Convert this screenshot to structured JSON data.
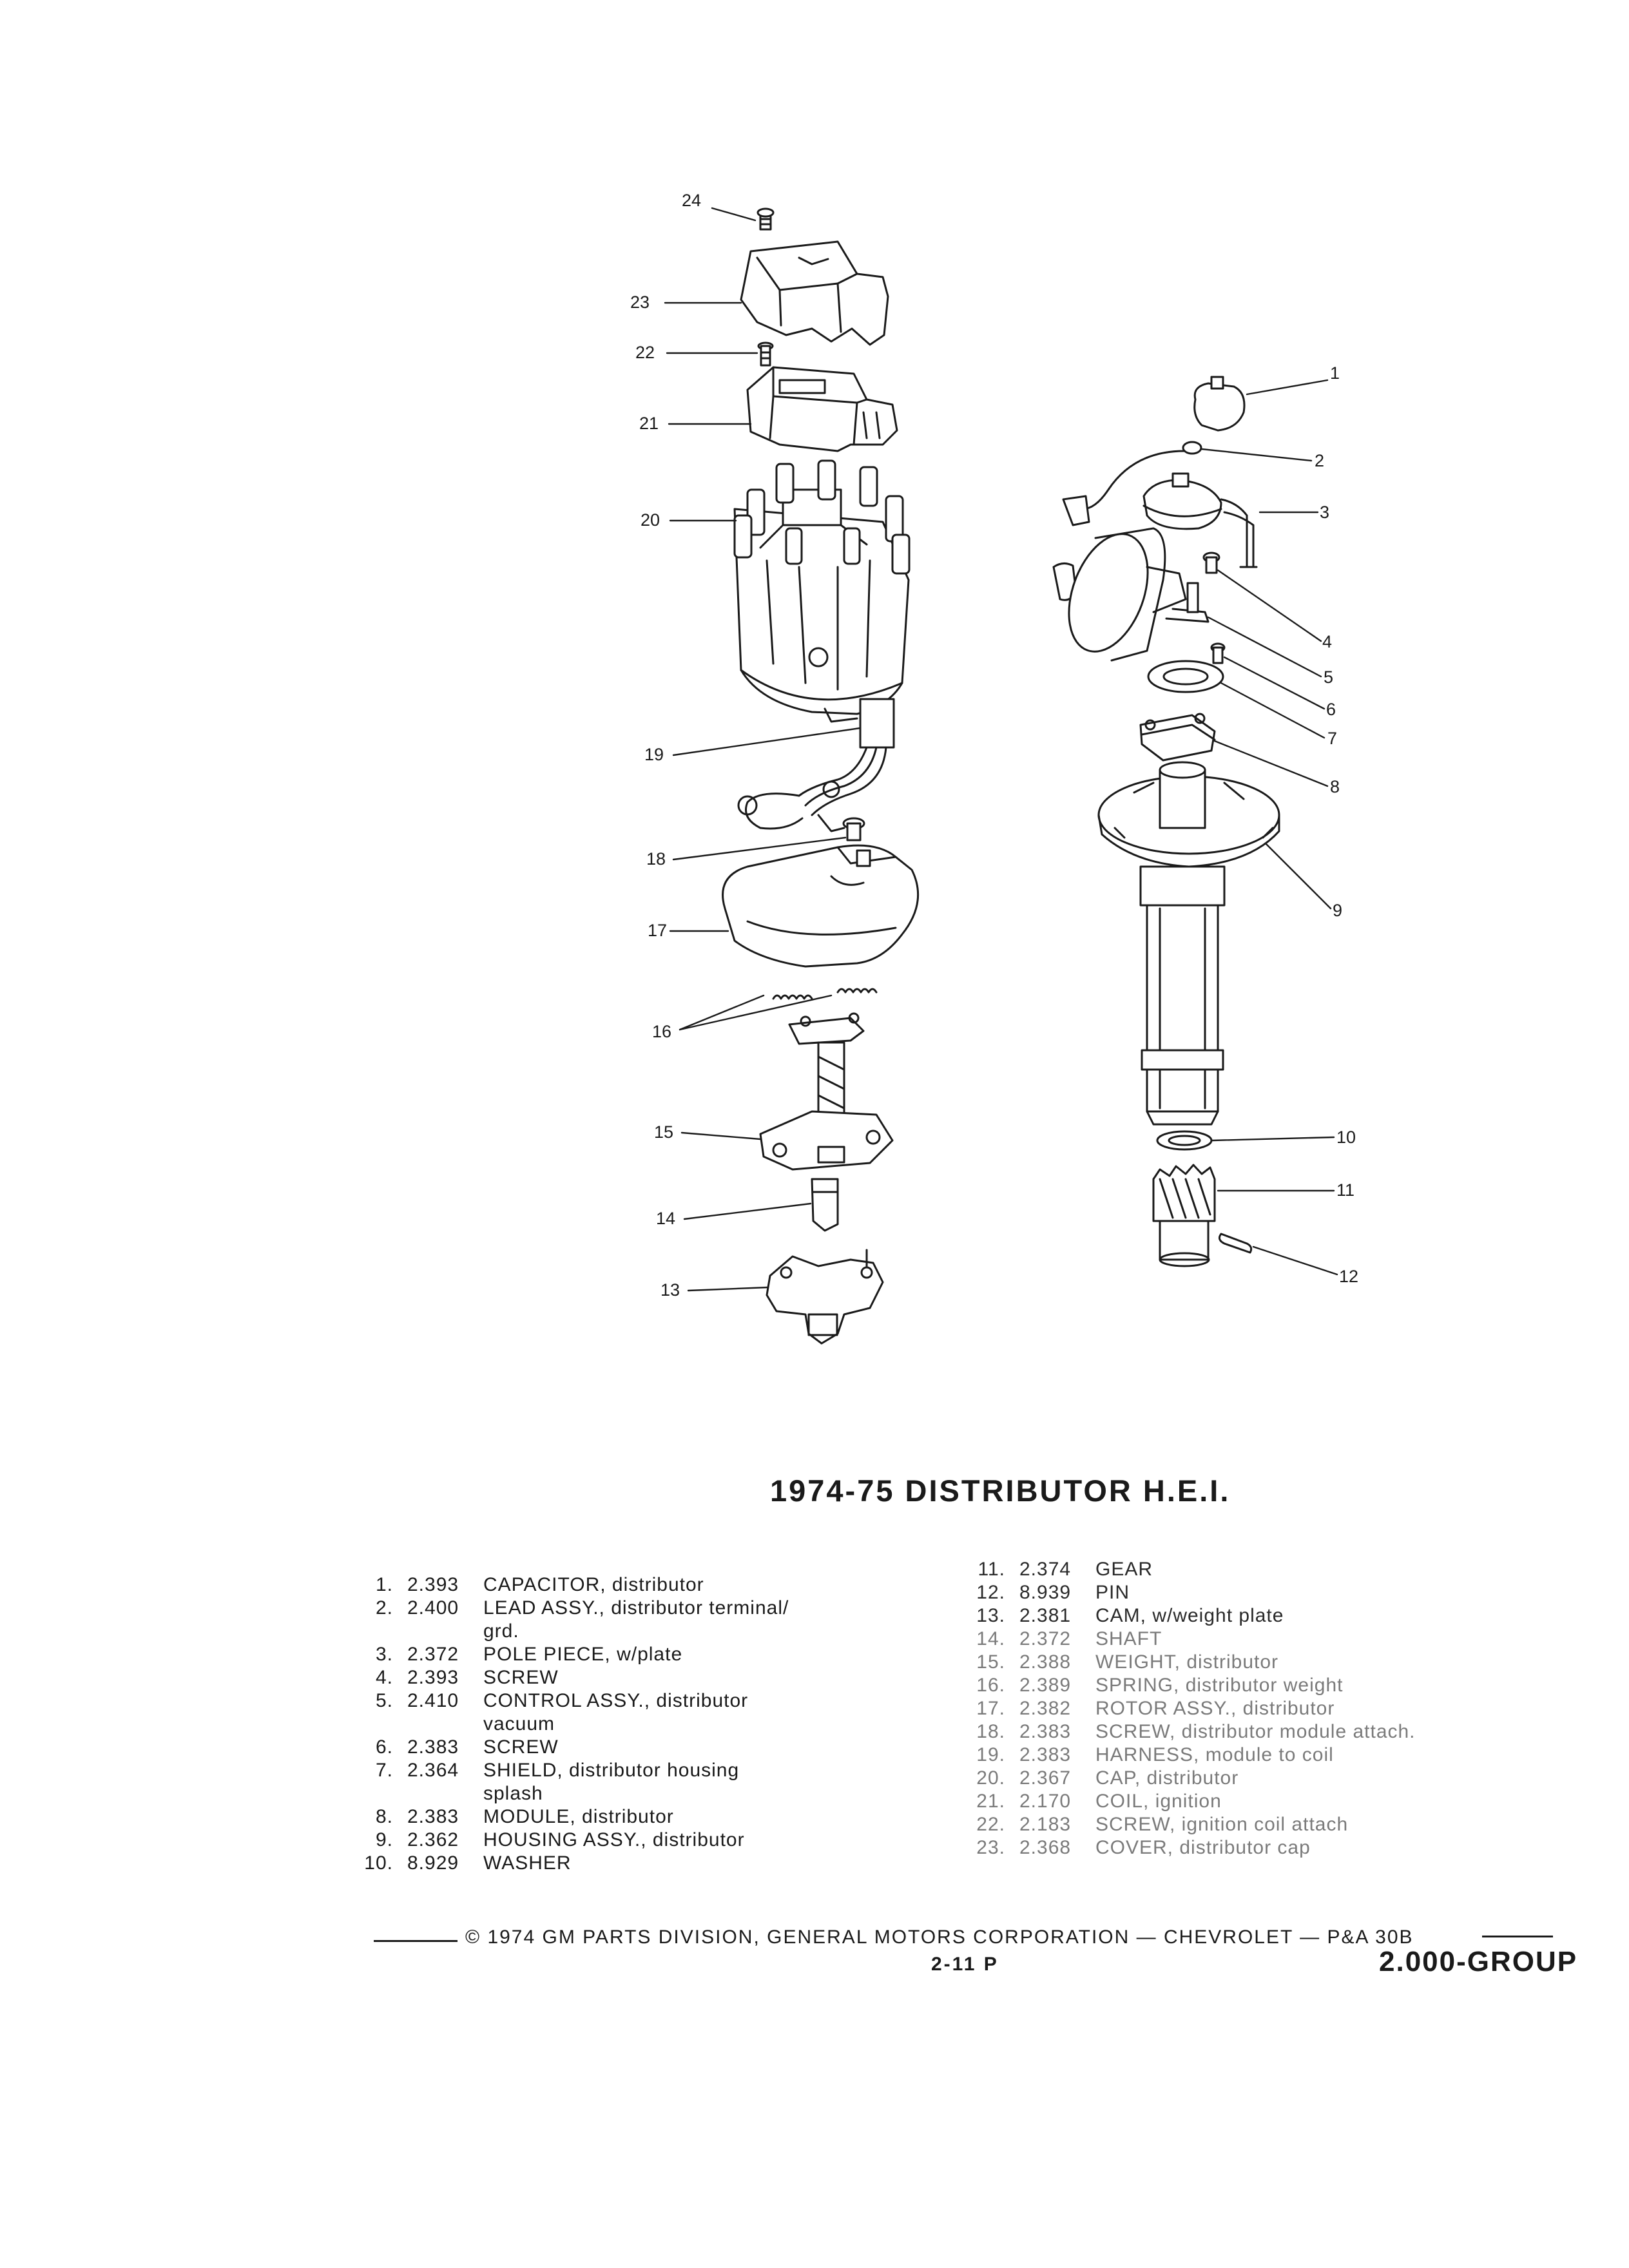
{
  "callouts": [
    "24",
    "23",
    "22",
    "21",
    "20",
    "19",
    "18",
    "17",
    "16",
    "15",
    "14",
    "13",
    "1",
    "2",
    "3",
    "4",
    "5",
    "6",
    "7",
    "8",
    "9",
    "10",
    "11",
    "12"
  ],
  "title": "1974-75 DISTRIBUTOR H.E.I.",
  "parts_left": [
    {
      "num": "1.",
      "code": "2.393",
      "desc": "CAPACITOR, distributor"
    },
    {
      "num": "2.",
      "code": "2.400",
      "desc": "LEAD ASSY., distributor terminal/"
    },
    {
      "num": "",
      "code": "",
      "desc": "grd."
    },
    {
      "num": "3.",
      "code": "2.372",
      "desc": "POLE PIECE, w/plate"
    },
    {
      "num": "4.",
      "code": "2.393",
      "desc": "SCREW"
    },
    {
      "num": "5.",
      "code": "2.410",
      "desc": "CONTROL ASSY., distributor"
    },
    {
      "num": "",
      "code": "",
      "desc": "vacuum"
    },
    {
      "num": "6.",
      "code": "2.383",
      "desc": "SCREW"
    },
    {
      "num": "7.",
      "code": "2.364",
      "desc": "SHIELD, distributor housing"
    },
    {
      "num": "",
      "code": "",
      "desc": "splash"
    },
    {
      "num": "8.",
      "code": "2.383",
      "desc": "MODULE, distributor"
    },
    {
      "num": "9.",
      "code": "2.362",
      "desc": "HOUSING ASSY., distributor"
    },
    {
      "num": "10.",
      "code": "8.929",
      "desc": "WASHER"
    }
  ],
  "parts_right": [
    {
      "num": "11.",
      "code": "2.374",
      "desc": "GEAR"
    },
    {
      "num": "12.",
      "code": "8.939",
      "desc": "PIN"
    },
    {
      "num": "13.",
      "code": "2.381",
      "desc": "CAM, w/weight plate"
    },
    {
      "num": "14.",
      "code": "2.372",
      "desc": "SHAFT"
    },
    {
      "num": "15.",
      "code": "2.388",
      "desc": "WEIGHT, distributor"
    },
    {
      "num": "16.",
      "code": "2.389",
      "desc": "SPRING, distributor weight"
    },
    {
      "num": "17.",
      "code": "2.382",
      "desc": "ROTOR ASSY., distributor"
    },
    {
      "num": "18.",
      "code": "2.383",
      "desc": "SCREW, distributor module attach."
    },
    {
      "num": "19.",
      "code": "2.383",
      "desc": "HARNESS, module to coil"
    },
    {
      "num": "20.",
      "code": "2.367",
      "desc": "CAP, distributor"
    },
    {
      "num": "21.",
      "code": "2.170",
      "desc": "COIL, ignition"
    },
    {
      "num": "22.",
      "code": "2.183",
      "desc": "SCREW, ignition coil attach"
    },
    {
      "num": "23.",
      "code": "2.368",
      "desc": "COVER, distributor cap"
    }
  ],
  "footer": {
    "copyright": "© 1974 GM PARTS DIVISION, GENERAL MOTORS CORPORATION — CHEVROLET — P&A 30B",
    "page": "2-11 P",
    "group": "2.000-GROUP"
  },
  "colors": {
    "ink": "#1a1a1a",
    "paper": "#ffffff"
  }
}
